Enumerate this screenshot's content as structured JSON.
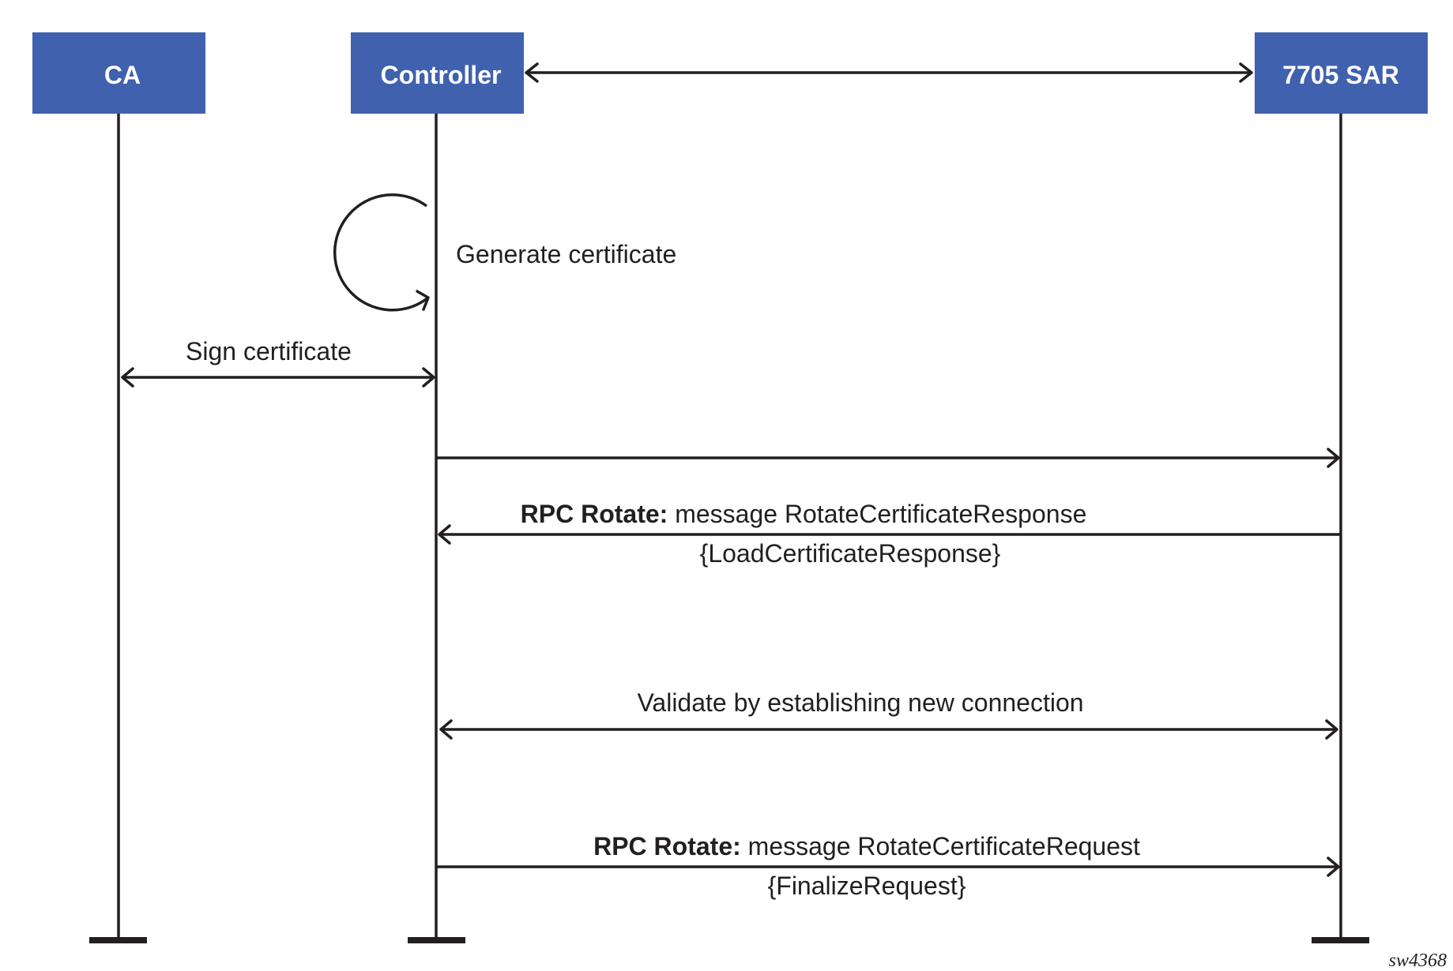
{
  "participants": {
    "ca": "CA",
    "controller": "Controller",
    "sar": "7705 SAR"
  },
  "messages": {
    "generate": "Generate certificate",
    "sign": "Sign certificate",
    "response_bold": "RPC Rotate:",
    "response_text": " message RotateCertificateResponse",
    "response_sub": "{LoadCertificateResponse}",
    "validate": "Validate by establishing new connection",
    "request_bold": "RPC Rotate:",
    "request_text": " message RotateCertificateRequest",
    "request_sub": "{FinalizeRequest}"
  },
  "figure_id": "sw4368",
  "colors": {
    "box": "#4061ad",
    "line": "#231f20"
  }
}
